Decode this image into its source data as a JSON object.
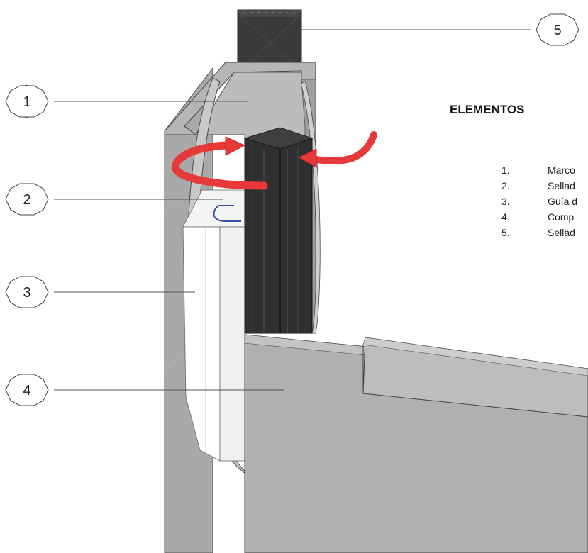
{
  "heading": "ELEMENTOS",
  "callouts": [
    "1",
    "2",
    "3",
    "4",
    "5"
  ],
  "legend": {
    "items": [
      {
        "number": "1.",
        "text": "Marco"
      },
      {
        "number": "2.",
        "text": "Sellad"
      },
      {
        "number": "3.",
        "text": "Guía d"
      },
      {
        "number": "4.",
        "text": "Comp"
      },
      {
        "number": "5.",
        "text": "Sellad"
      }
    ]
  },
  "colors": {
    "frame": "#aeaeae",
    "frame_dark": "#8f8f8f",
    "seal_dark": "#2b2b2b",
    "panel": "#b0b0b0",
    "guide": "#ffffff",
    "arrow": "#e8393a",
    "clip": "#3a4fa0"
  }
}
